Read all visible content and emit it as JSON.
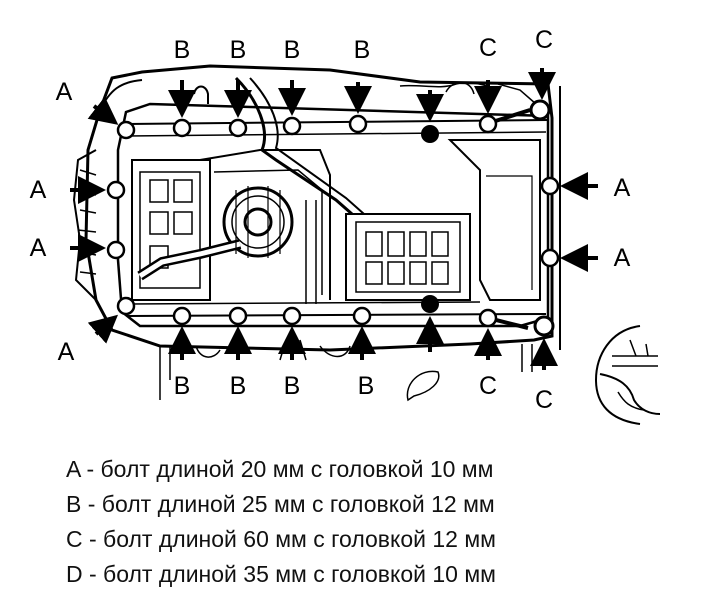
{
  "callouts": {
    "A": "A",
    "B": "B",
    "C": "C"
  },
  "legend": [
    "A - болт длиной 20 мм с головкой 10 мм",
    "B - болт длиной 25 мм с головкой 12 мм",
    "C - болт длиной 60 мм с головкой 12 мм",
    "D - болт длиной 35 мм с головкой 10 мм"
  ]
}
